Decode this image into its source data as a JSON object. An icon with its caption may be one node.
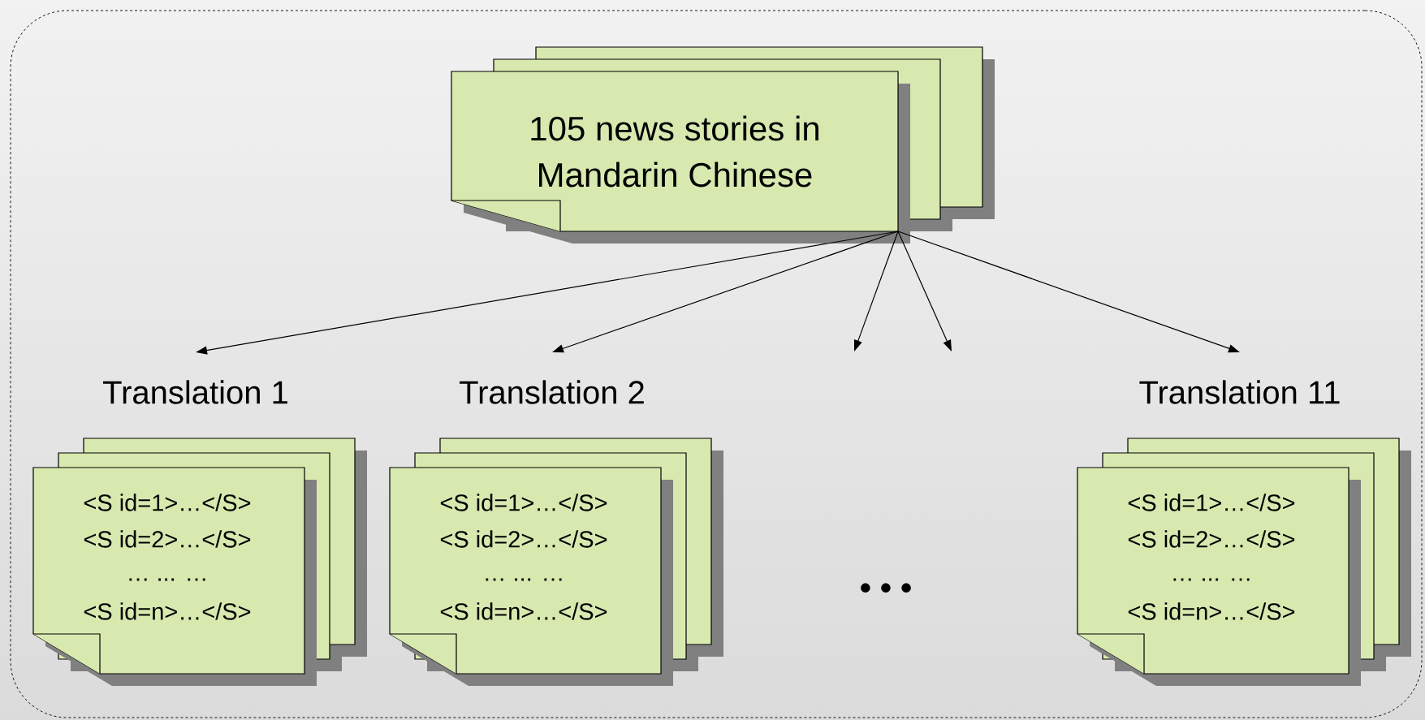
{
  "diagram": {
    "nodes": [
      {
        "text": [],
        "shape": "box"
      },
      {
        "text": [
          "105 news stories in Mandarin Chinese"
        ],
        "in": 0
      },
      {
        "text": [
          "Translation 1",
          "<S id=1>…</S>",
          "<S id=2>…</S>",
          "… ... …",
          "<S id=n>…</S>"
        ],
        "in": 0
      },
      {
        "text": [
          "Translation 2",
          "<S id=1>…</S>",
          "<S id=2>…</S>",
          "… ... …",
          "<S id=n>…</S>"
        ],
        "in": 0
      },
      {
        "text": [
          "Translation 11",
          "<S id=1>…</S>",
          "<S id=2>…</S>",
          "… ... …",
          "<S id=n>…</S>"
        ],
        "in": 0
      }
    ],
    "edges": [
      {
        "from": 1,
        "to": 2,
        "arrow": "to"
      },
      {
        "from": 1,
        "to": 3,
        "arrow": "to"
      },
      {
        "from": 1,
        "to": null,
        "arrow": "to"
      },
      {
        "from": 1,
        "to": null,
        "arrow": "to"
      },
      {
        "from": 1,
        "to": 4,
        "arrow": "to"
      }
    ],
    "labels": [
      "• • •"
    ]
  }
}
